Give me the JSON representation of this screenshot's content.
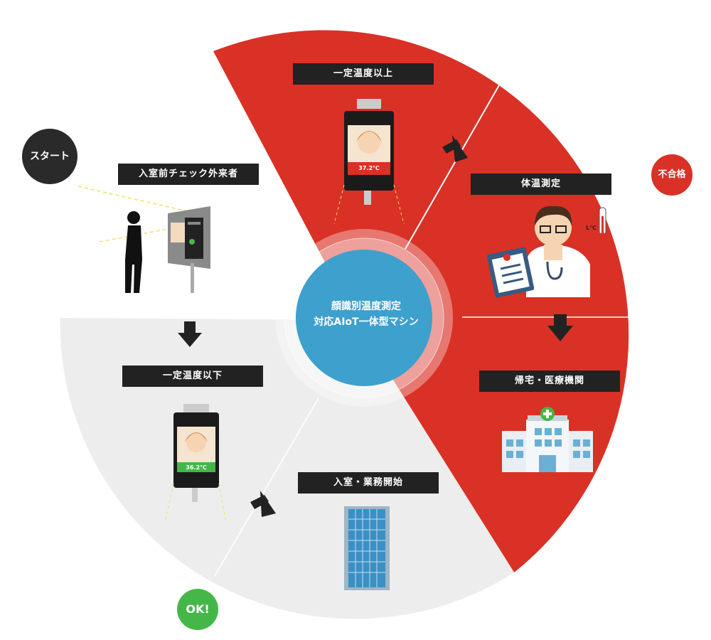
{
  "center": {
    "line1": "顔識別温度測定",
    "line2": "対応AIoT一体型マシン"
  },
  "badges": {
    "start": "スタート",
    "fail": "不合格",
    "ok": "OK!"
  },
  "steps": {
    "entry_check": "入室前チェック外来者",
    "above_temp": "一定温度以上",
    "body_temp": "体温測定",
    "go_home": "帰宅・医療機関",
    "below_temp": "一定温度以下",
    "enter_work": "入室・業務開始"
  },
  "screens": {
    "high_temp": "37.2℃",
    "normal_temp": "36.2℃"
  },
  "thermometer_unit": "L℃",
  "colors": {
    "red": "#d93126",
    "gray": "#ededed",
    "dark": "#222222",
    "center_blue": "#3ea0cc",
    "ok_green": "#45b749"
  }
}
